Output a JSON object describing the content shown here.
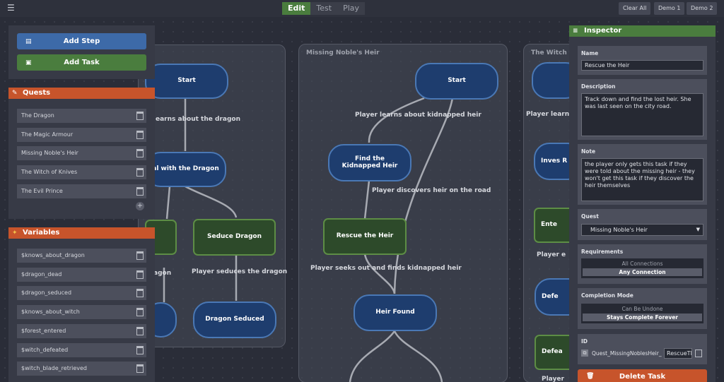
{
  "topbar": {
    "menu_icon": "hamburger-icon",
    "modes": [
      "Edit",
      "Test",
      "Play"
    ],
    "active_mode": "Edit",
    "buttons": [
      "Clear All",
      "Demo 1",
      "Demo 2"
    ]
  },
  "toolbox": {
    "add_step": "Add Step",
    "add_task": "Add Task",
    "add_step_icon": "step-icon",
    "add_task_icon": "task-icon"
  },
  "quests": {
    "title": "Quests",
    "icon": "scroll-icon",
    "items": [
      "The Dragon",
      "The Magic Armour",
      "Missing Noble's Heir",
      "The Witch of Knives",
      "The Evil Prince"
    ]
  },
  "variables": {
    "title": "Variables",
    "icon": "sparkle-icon",
    "items": [
      "$knows_about_dragon",
      "$dragon_dead",
      "$dragon_seduced",
      "$knows_about_witch",
      "$forest_entered",
      "$witch_defeated",
      "$witch_blade_retrieved"
    ]
  },
  "canvas": {
    "group_dragon": {
      "nodes": [
        "Start",
        "al with the Dragon",
        "Seduce Dragon",
        "Dragon Seduced"
      ],
      "labels": [
        "earns about the dragon",
        "Player seduces the dragon",
        "agon"
      ]
    },
    "group_heir": {
      "title": "Missing Noble's Heir",
      "nodes": [
        "Start",
        "Find the Kidnapped Heir",
        "Rescue the Heir",
        "Heir Found"
      ],
      "labels": [
        "Player learns about kidnapped heir",
        "Player discovers heir on the road",
        "Player seeks out and finds kidnapped heir"
      ]
    },
    "group_witch": {
      "title": "The Witch",
      "nodes": [
        "Inves R",
        "Ente",
        "Defe",
        "Defea"
      ],
      "labels": [
        "Player learn",
        "Player e",
        "Player"
      ]
    }
  },
  "inspector": {
    "title": "Inspector",
    "icon": "sliders-icon",
    "name_label": "Name",
    "name_value": "Rescue the Heir",
    "description_label": "Description",
    "description_value": "Track down and find the lost heir. She was last seen on the city road.",
    "note_label": "Note",
    "note_value": "the player only gets this task if they were told about the missing heir - they won't get this task if they discover the heir themselves",
    "quest_label": "Quest",
    "quest_value": "Missing Noble's Heir",
    "requirements_label": "Requirements",
    "requirements_options": [
      "All Connections",
      "Any Connection"
    ],
    "requirements_selected": "Any Connection",
    "completion_label": "Completion Mode",
    "completion_options": [
      "Can Be Undone",
      "Stays Complete Forever"
    ],
    "completion_selected": "Stays Complete Forever",
    "id_label": "ID",
    "id_prefix": "Quest_MissingNoblesHeir_",
    "id_value": "RescueTh",
    "delete_label": "Delete Task"
  },
  "colors": {
    "accent_green": "#4a7d3e",
    "accent_orange": "#c7542b",
    "node_blue": "#1e3d6e",
    "node_border_blue": "#4a78b5"
  }
}
